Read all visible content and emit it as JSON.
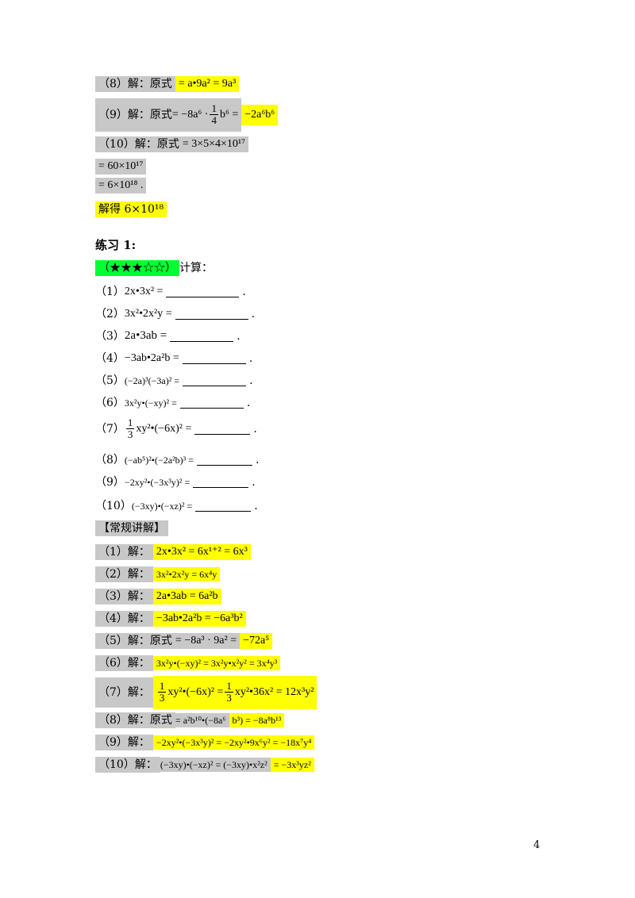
{
  "prev_solutions": [
    {
      "label": "（8）解：原式",
      "expr": "= a•9a² = 9a³"
    },
    {
      "label": "（9）解：原式",
      "expr_a": "= −8a⁶ · ",
      "frac_num": "1",
      "frac_den": "4",
      "expr_b": "b⁶ =",
      "expr_hl": "−2a⁶b⁶"
    },
    {
      "label": "（10）解：原式",
      "expr": "= 3×5×4×10¹⁷"
    }
  ],
  "cont_line1": "= 60×10¹⁷",
  "cont_line2": "= 6×10¹⁸ .",
  "result_line": "解得 6×10¹⁸",
  "exercise_title": "练习 1:",
  "difficulty": "（★★★☆☆）",
  "prompt": "计算：",
  "questions": [
    {
      "label": "（1）",
      "expr": "2x•3x² =",
      "tail": "."
    },
    {
      "label": "（2）",
      "expr": "3x²•2x²y =",
      "tail": "."
    },
    {
      "label": "（3）",
      "expr": "2a•3ab =",
      "tail": "."
    },
    {
      "label": "（4）",
      "expr": "−3ab•2a²b =",
      "tail": "."
    },
    {
      "label": "（5）",
      "expr": "(−2a)³(−3a)² =",
      "tail": "."
    },
    {
      "label": "（6）",
      "expr": "3x²y•(−xy)² =",
      "tail": "."
    },
    {
      "label": "（7）",
      "frac_num": "1",
      "frac_den": "3",
      "expr": "xy²•(−6x)² =",
      "tail": "."
    },
    {
      "label": "（8）",
      "expr": "(−ab⁵)²•(−2a²b)³ =",
      "tail": "."
    },
    {
      "label": "（9）",
      "expr": "−2xy²•(−3x³y)² =",
      "tail": "."
    },
    {
      "label": "（10）",
      "expr": "(−3xy)•(−xz)² =",
      "tail": "."
    }
  ],
  "explain_title": "【常规讲解】",
  "answers": [
    {
      "label": "（1）解：",
      "expr": "2x•3x² = 6x¹⁺² = 6x³"
    },
    {
      "label": "（2）解：",
      "expr": "3x²•2x²y = 6x⁴y"
    },
    {
      "label": "（3）解：",
      "expr": "2a•3ab = 6a²b"
    },
    {
      "label": "（4）解：",
      "expr": "−3ab•2a²b = −6a³b²"
    },
    {
      "label": "（5）解：原式",
      "expr_g": "= −8a³ · 9a² =",
      "expr": "−72a⁵"
    },
    {
      "label": "（6）解：",
      "expr": "3x²y•(−xy)² = 3x²y•x²y² = 3x⁴y³"
    },
    {
      "label": "（7）解：",
      "expr_a": "xy²•(−6x)² =",
      "expr_b": "xy²•36x² = 12x³y²",
      "frac_num": "1",
      "frac_den": "3"
    },
    {
      "label": "（8）解：原式",
      "expr_g": "= a²b¹⁰•(−8a⁶",
      "expr": "b³) = −8a⁸b¹³"
    },
    {
      "label": "（9）解：",
      "expr": "−2xy²•(−3x³y)² = −2xy²•9x⁶y² = −18x⁷y⁴"
    },
    {
      "label": "（10）解：",
      "expr_g": "(−3xy)•(−xz)² = (−3xy)•x²z²",
      "expr": "= −3x³yz²"
    }
  ],
  "page_number": "4"
}
